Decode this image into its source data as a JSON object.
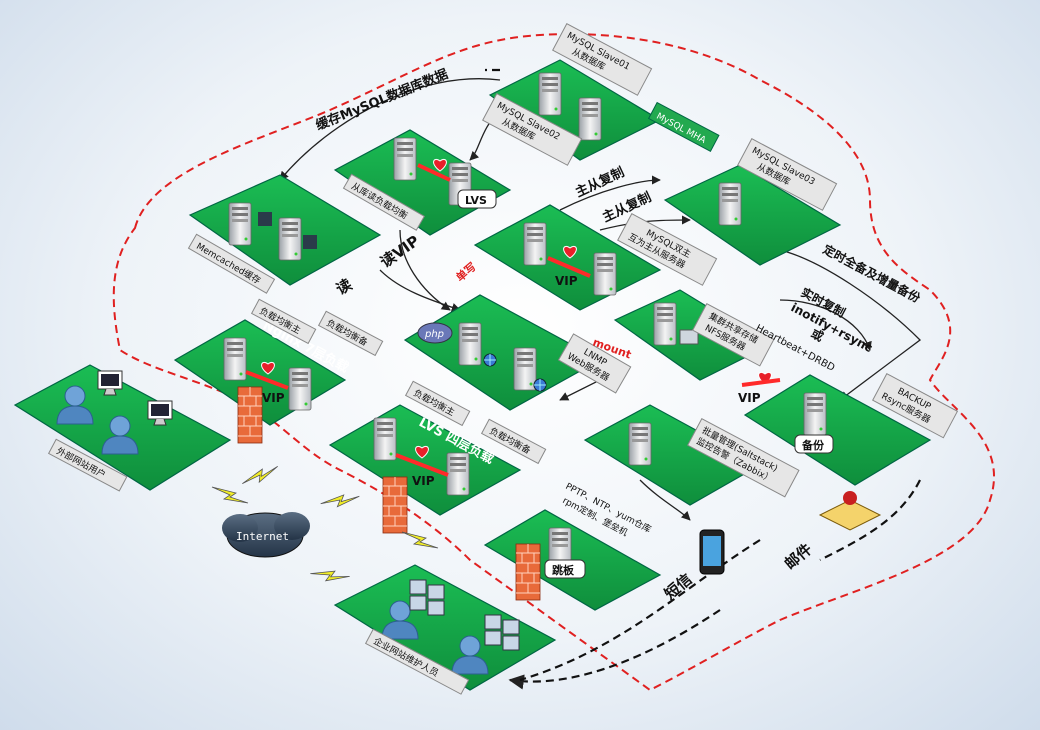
{
  "diagram": {
    "outer_boundary_color": "#e02020",
    "platform_color": "#15a84a",
    "link_color": "#ff2a2a",
    "labels": {
      "memcached": "Memcached缓存",
      "lvs_read_lb": "从库读负载均衡",
      "lvs": "LVS",
      "slave01": "MySQL Slave01",
      "slave01_sub": "从数据库",
      "slave02": "MySQL Slave02",
      "slave02_sub": "从数据库",
      "slave03": "MySQL Slave03",
      "slave03_sub": "从数据库",
      "mha": "MySQL MHA",
      "cache_mysql": "缓存MySQL数据库数据",
      "read_vip": "读VIP",
      "read": "读",
      "master_repl_1": "主从复制",
      "master_repl_2": "主从复制",
      "single_write": "单写",
      "vip_mysql": "VIP",
      "mysql_dual": "MySQL双主",
      "mysql_dual_sub": "互为主从服务器",
      "backup_note": "定时全备及增量备份",
      "realtime_sync": "实时复制",
      "inotify": "inotify+rsync",
      "or": "或",
      "heartbeat": "Heartbeat+DRBD",
      "nfs": "集群共享存储",
      "nfs_sub": "NFS服务器",
      "mount": "mount",
      "lnmp": "LNMP",
      "lnmp_sub": "Web服务器",
      "php": "php",
      "nginx_lb_master": "负载均衡主",
      "nginx_lb_backup": "负载均衡备",
      "nginx_title": "Nginx 7层负载",
      "nginx_vip": "VIP",
      "lvs4_master": "负载均衡主",
      "lvs4_backup": "负载均衡备",
      "lvs4_title": "LVS 四层负载",
      "lvs4_vip": "VIP",
      "saltstack": "批量管理(Saltstack)",
      "zabbix": "监控告警（Zabbix）",
      "backup_title": "BACKUP",
      "backup_sub": "Rsync服务器",
      "backup_tag": "备份",
      "backup_vip": "VIP",
      "pptp": "PPTP、NTP、yum仓库",
      "pptp_sub": "rpm定制、堡垒机",
      "jump": "跳板",
      "sms": "短信",
      "mail": "邮件",
      "internet": "Internet",
      "external_users": "外部网站用户",
      "maintainers": "企业网站维护人员"
    }
  }
}
